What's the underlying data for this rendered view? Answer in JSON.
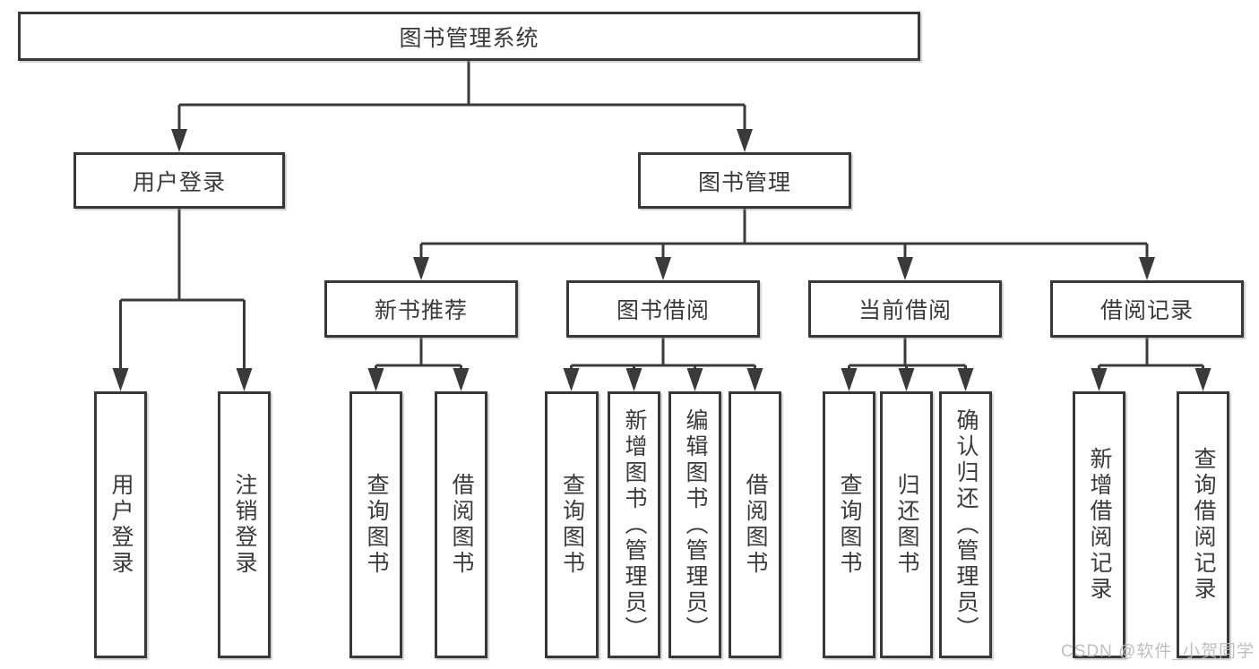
{
  "root": {
    "label": "图书管理系统"
  },
  "level2": [
    {
      "label": "用户登录"
    },
    {
      "label": "图书管理"
    }
  ],
  "level3": [
    {
      "label": "新书推荐"
    },
    {
      "label": "图书借阅"
    },
    {
      "label": "当前借阅"
    },
    {
      "label": "借阅记录"
    }
  ],
  "leaves": [
    {
      "label": "用户登录"
    },
    {
      "label": "注销登录"
    },
    {
      "label": "查询图书"
    },
    {
      "label": "借阅图书"
    },
    {
      "label": "查询图书"
    },
    {
      "label": "新增图书（管理员）"
    },
    {
      "label": "编辑图书（管理员）"
    },
    {
      "label": "借阅图书"
    },
    {
      "label": "查询图书"
    },
    {
      "label": "归还图书"
    },
    {
      "label": "确认归还（管理员）"
    },
    {
      "label": "新增借阅记录"
    },
    {
      "label": "查询借阅记录"
    }
  ],
  "watermark": "CSDN @软件_小贺同学",
  "colors": {
    "line": "#3a3a3a",
    "text": "#3a3a3a",
    "box_background": "#ffffff",
    "watermark": "#bababa"
  }
}
